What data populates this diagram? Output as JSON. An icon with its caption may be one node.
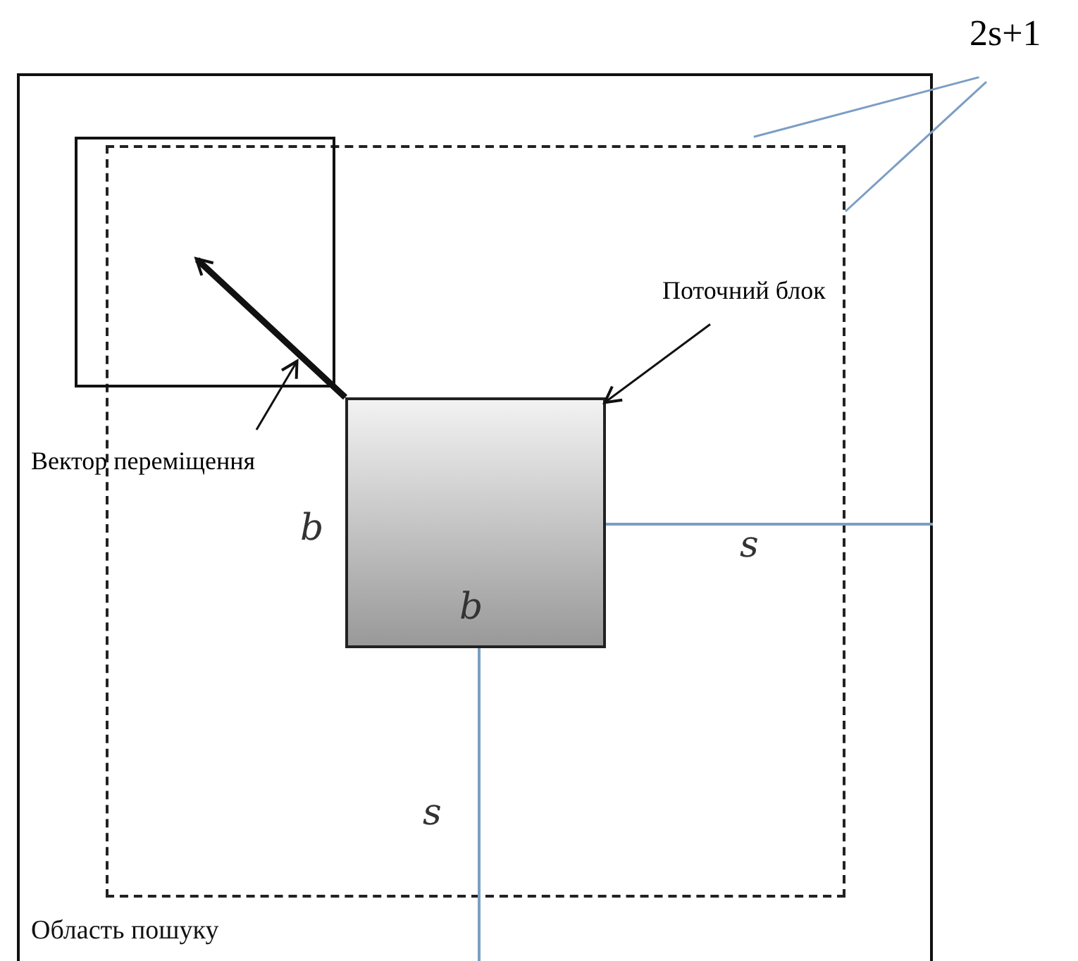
{
  "diagram": {
    "nodes": [
      {
        "text": [
          "Область пошуку"
        ]
      },
      {
        "text": [],
        "shape": "box",
        "in": 0
      },
      {
        "text": [],
        "shape": "box",
        "in": 0
      },
      {
        "text": [],
        "shape": "box",
        "in": 1
      },
      {
        "text": [
          "Поточний блок"
        ],
        "in": 1
      },
      {
        "text": [
          "Вектор переміщення"
        ],
        "in": 0
      },
      {
        "text": [
          "2s+1"
        ]
      }
    ],
    "edges": [
      {
        "from": 4,
        "to": 3,
        "arrow": "to"
      },
      {
        "from": 5,
        "to": 2,
        "arrow": "to"
      },
      {
        "from": 3,
        "to": 2,
        "arrow": "to",
        "style": "thick"
      },
      {
        "from": 6,
        "to": 1,
        "arrow": "none",
        "color": "#7b9ec4"
      },
      {
        "from": 6,
        "to": 1,
        "arrow": "none",
        "color": "#7b9ec4"
      }
    ],
    "labels": [
      "b",
      "s",
      "b",
      "s"
    ]
  }
}
